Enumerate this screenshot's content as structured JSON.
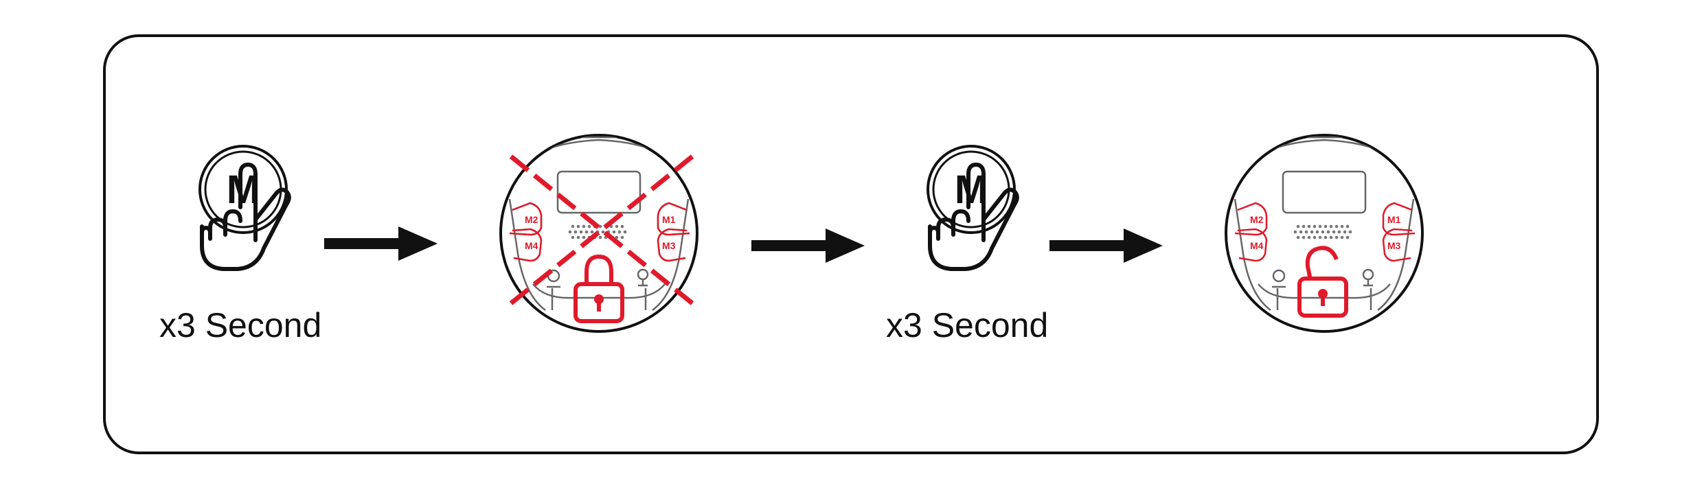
{
  "steps": [
    {
      "button_letter": "M",
      "caption": "x3 Second"
    },
    {
      "state": "locked",
      "labels": [
        "M2",
        "M4",
        "M1",
        "M3"
      ]
    },
    {
      "button_letter": "M",
      "caption": "x3 Second"
    },
    {
      "state": "unlocked",
      "labels": [
        "M2",
        "M4",
        "M1",
        "M3"
      ]
    }
  ],
  "colors": {
    "line": "#111111",
    "accent": "#e01a2b",
    "gray": "#666666"
  },
  "icons": [
    "hand-press-icon",
    "arrow-right-icon",
    "controller-locked-icon",
    "controller-unlocked-icon",
    "padlock-icon"
  ]
}
